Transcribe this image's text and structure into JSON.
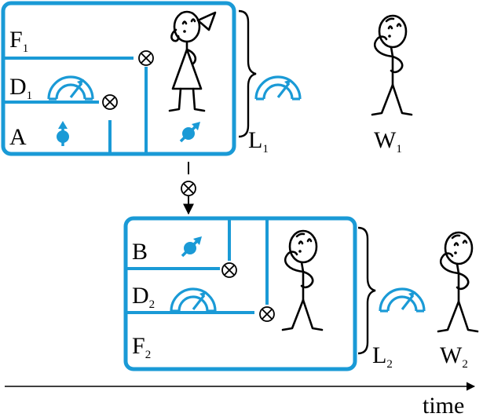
{
  "panel1": {
    "labels": [
      {
        "main": "F",
        "sub": "1"
      },
      {
        "main": "D",
        "sub": "1"
      },
      {
        "main": "A",
        "sub": ""
      }
    ]
  },
  "panel2": {
    "labels": [
      {
        "main": "B",
        "sub": ""
      },
      {
        "main": "D",
        "sub": "2"
      },
      {
        "main": "F",
        "sub": "2"
      }
    ]
  },
  "outside": {
    "L1": {
      "main": "L",
      "sub": "1"
    },
    "W1": {
      "main": "W",
      "sub": "1"
    },
    "L2": {
      "main": "L",
      "sub": "2"
    },
    "W2": {
      "main": "W",
      "sub": "2"
    }
  },
  "axis": {
    "label": "time"
  },
  "colors": {
    "accent": "#1a9ad6",
    "ink": "#000000"
  },
  "icons": [
    "otimes-icon",
    "meter-icon",
    "spin-arrow-icon",
    "stick-figure-icon",
    "brace-icon"
  ]
}
